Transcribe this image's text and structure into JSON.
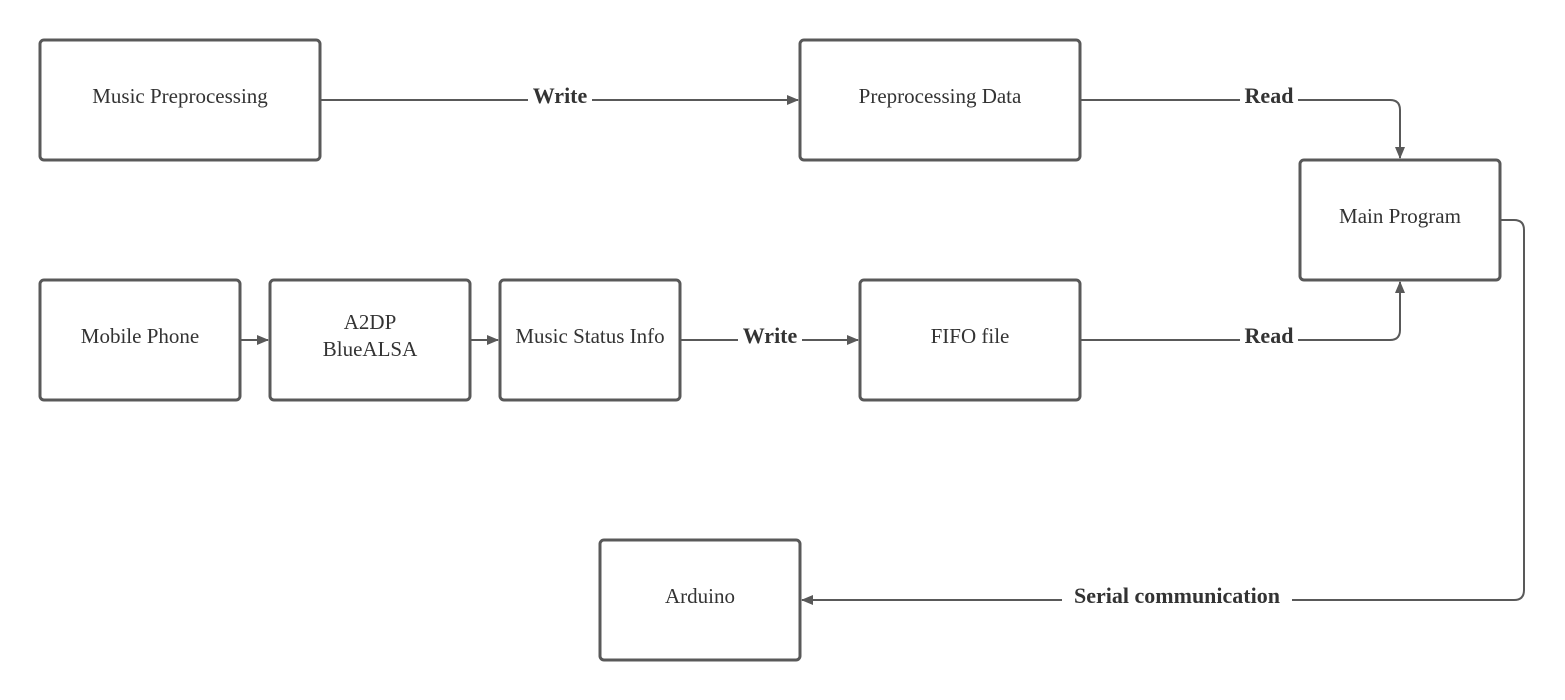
{
  "nodes": {
    "music_preprocessing": "Music Preprocessing",
    "preprocessing_data": "Preprocessing Data",
    "main_program": "Main Program",
    "mobile_phone": "Mobile Phone",
    "a2dp_line1": "A2DP",
    "a2dp_line2": "BlueALSA",
    "music_status_info": "Music Status Info",
    "fifo_file": "FIFO file",
    "arduino": "Arduino"
  },
  "edges": {
    "write_top": "Write",
    "read_top": "Read",
    "write_mid": "Write",
    "read_mid": "Read",
    "serial": "Serial communication"
  },
  "colors": {
    "stroke": "#595959",
    "text": "#333333",
    "background": "#ffffff"
  }
}
